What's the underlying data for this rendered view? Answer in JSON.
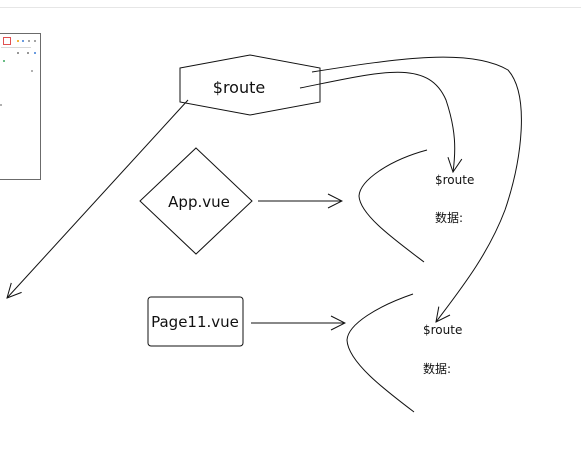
{
  "diagram": {
    "route_node": "$route",
    "app_node": "App.vue",
    "page_node": "Page11.vue",
    "panel_top": {
      "title": "$route",
      "data_label": "数据:"
    },
    "panel_bottom": {
      "title": "$route",
      "data_label": "数据:"
    }
  },
  "colors": {
    "stroke": "#111111",
    "thumbnail_border": "#6b6b6b",
    "accent_red": "#e05050"
  }
}
